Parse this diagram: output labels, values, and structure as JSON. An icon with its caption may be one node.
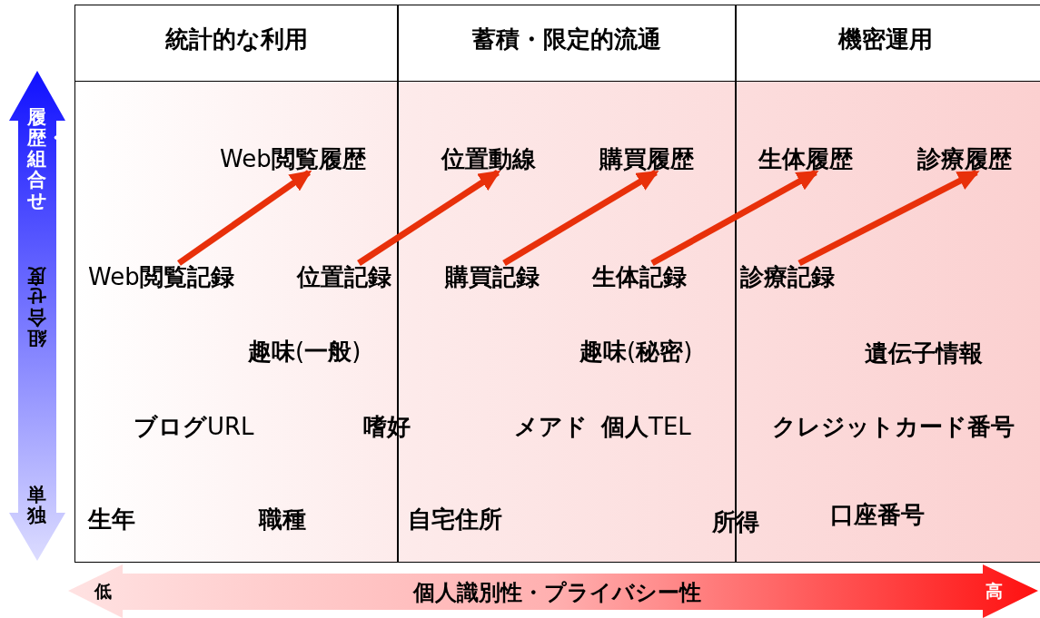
{
  "diagram": {
    "nodes": [
      {
        "text": [
          "Web**閲覧履歴**"
        ]
      },
      {
        "text": [
          "位置動線"
        ]
      },
      {
        "text": [
          "購買履歴"
        ]
      },
      {
        "text": [
          "生体履歴"
        ]
      },
      {
        "text": [
          "診療履歴"
        ]
      },
      {
        "text": [
          "Web**閲覧記録**"
        ]
      },
      {
        "text": [
          "位置記録"
        ]
      },
      {
        "text": [
          "購買記録"
        ]
      },
      {
        "text": [
          "生体記録"
        ]
      },
      {
        "text": [
          "診療記録"
        ]
      },
      {
        "text": [
          "**趣味**(**一般**)"
        ]
      },
      {
        "text": [
          "**趣味**(**秘密**)"
        ]
      },
      {
        "text": [
          "遺伝子情報"
        ]
      },
      {
        "text": [
          "**ブログ**URL"
        ]
      },
      {
        "text": [
          "嗜好"
        ]
      },
      {
        "text": [
          "メアド"
        ]
      },
      {
        "text": [
          "**個人**TEL"
        ]
      },
      {
        "text": [
          "クレジットカード番号"
        ]
      },
      {
        "text": [
          "生年"
        ]
      },
      {
        "text": [
          "職種"
        ]
      },
      {
        "text": [
          "自宅住所"
        ]
      },
      {
        "text": [
          "所得"
        ]
      },
      {
        "text": [
          "口座番号"
        ]
      }
    ],
    "edges": [
      {
        "from": 5,
        "to": 0,
        "arrow": "to"
      },
      {
        "from": 6,
        "to": 1,
        "arrow": "to"
      },
      {
        "from": 7,
        "to": 2,
        "arrow": "to"
      },
      {
        "from": 8,
        "to": 3,
        "arrow": "to"
      },
      {
        "from": 9,
        "to": 4,
        "arrow": "to"
      }
    ],
    "labels": [
      "統計的な利用",
      "蓄積・限定的流通",
      "機密運用",
      "履歴・組合せ",
      "組合せ度",
      "単独",
      "低",
      "個人識別性・プライバシー性",
      "高"
    ]
  }
}
